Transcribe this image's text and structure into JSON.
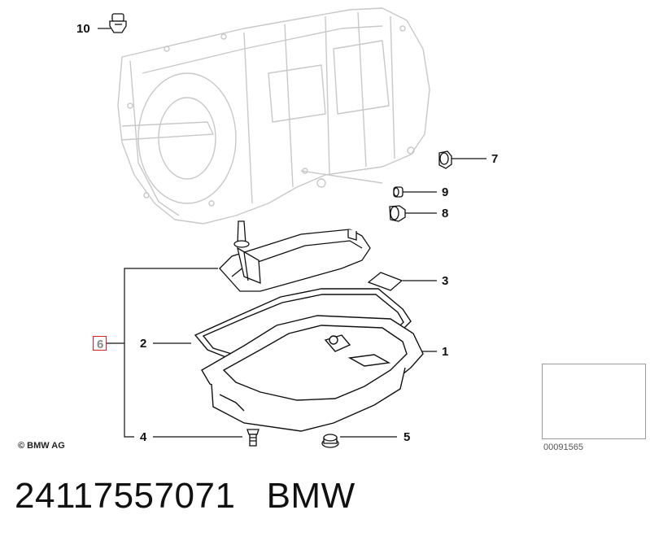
{
  "diagram": {
    "callouts": {
      "c1": "1",
      "c2": "2",
      "c3": "3",
      "c4": "4",
      "c5": "5",
      "c6": "6",
      "c7": "7",
      "c8": "8",
      "c9": "9",
      "c10": "10"
    },
    "highlighted_callout": "6",
    "highlight_color": "#dd2222",
    "copyright": "© BMW AG",
    "thumbnail_code": "00091565"
  },
  "caption": {
    "text": "24117557071   BMW"
  }
}
